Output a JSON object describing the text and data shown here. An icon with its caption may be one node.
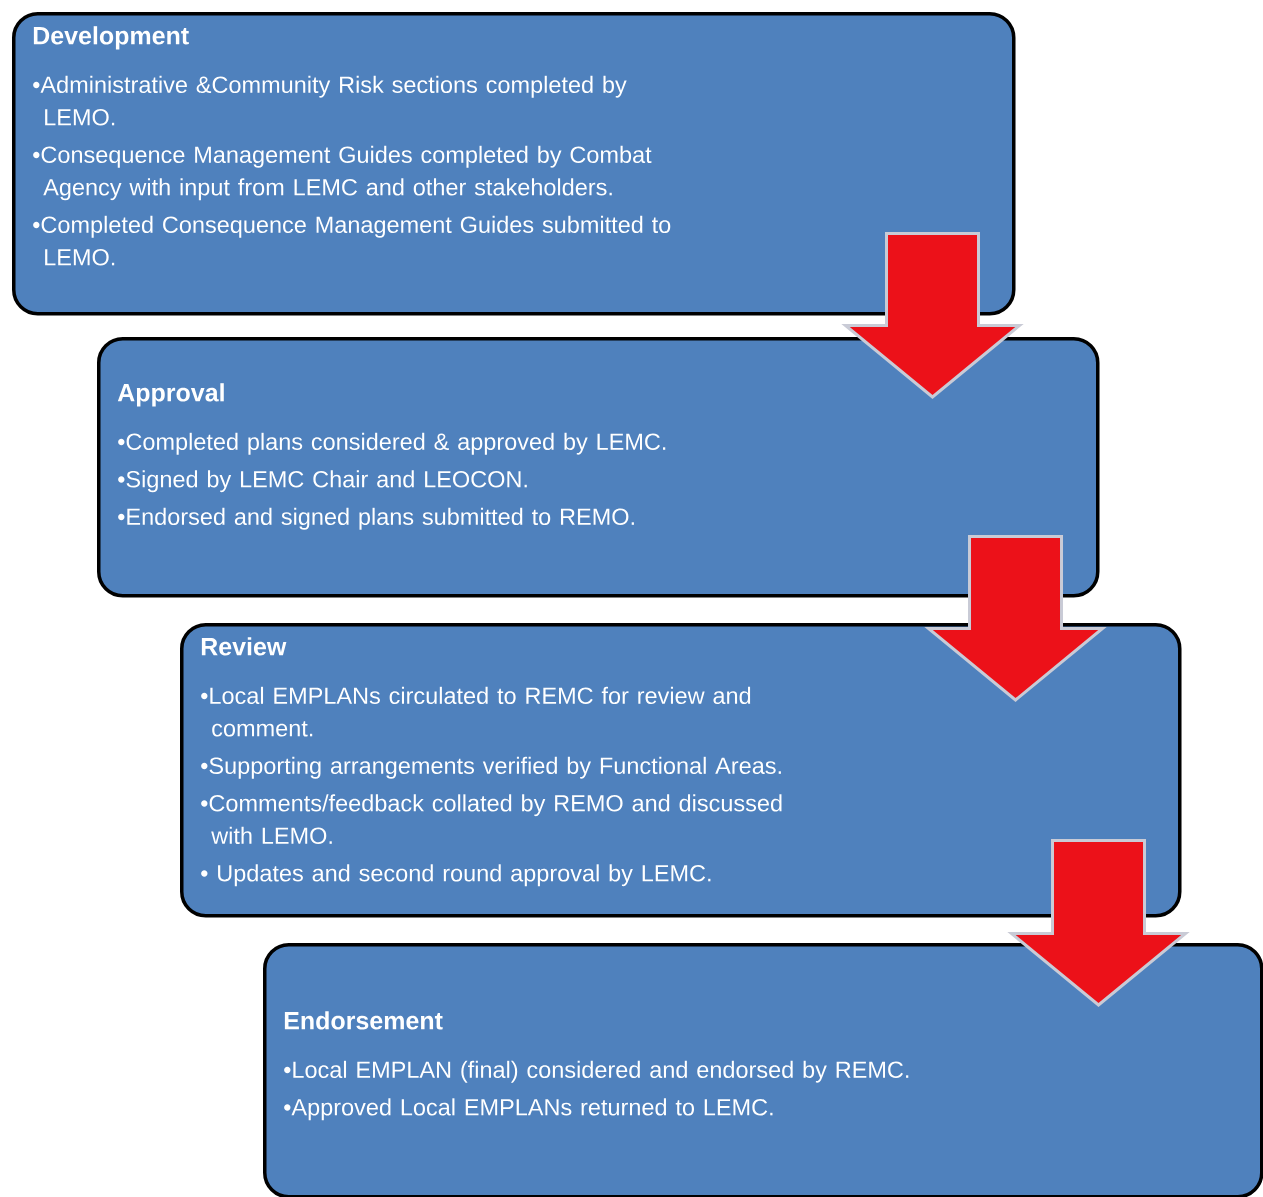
{
  "diagram": {
    "nodes": [
      {
        "text": [
          "Development",
          "•Administrative &Community Risk sections completed by LEMO.",
          "•Consequence Management Guides completed by Combat Agency with input from LEMC and other stakeholders.",
          "•Completed Consequence Management Guides submitted to LEMO."
        ]
      },
      {
        "text": [
          "Approval",
          "•Completed plans considered & approved by LEMC.",
          "•Signed by LEMC Chair and LEOCON.",
          "•Endorsed and signed plans submitted to REMO."
        ]
      },
      {
        "text": [
          "Review",
          "•Local EMPLANs circulated to REMC for review and comment.",
          "•Supporting arrangements verified by Functional Areas.",
          "•Comments/feedback collated by REMO and discussed with LEMO.",
          "• Updates and second round approval by LEMC."
        ]
      },
      {
        "text": [
          "Endorsement",
          "•Local EMPLAN (final) considered and endorsed by REMC.",
          "•Approved Local EMPLANs returned to LEMC."
        ]
      }
    ],
    "edges": [
      {
        "from": 0,
        "to": 1,
        "arrow": "to"
      },
      {
        "from": 1,
        "to": 2,
        "arrow": "to"
      },
      {
        "from": 2,
        "to": 3,
        "arrow": "to"
      }
    ]
  }
}
